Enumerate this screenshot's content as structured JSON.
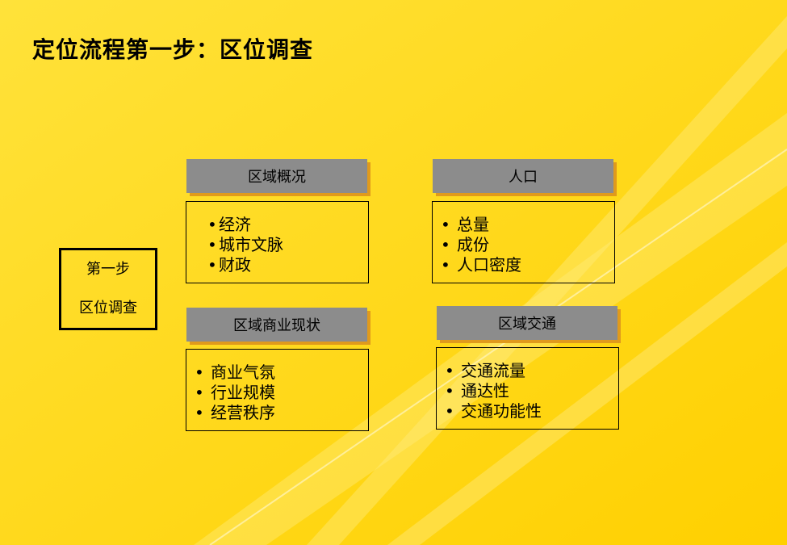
{
  "title": "定位流程第一步：区位调查",
  "step": {
    "line1": "第一步",
    "line2": "区位调查"
  },
  "boxes": [
    {
      "header": "区域概况",
      "items": [
        "经济",
        "城市文脉",
        "财政"
      ]
    },
    {
      "header": "人口",
      "items": [
        "总量",
        "成份",
        "人口密度"
      ]
    },
    {
      "header": "区域商业现状",
      "items": [
        "商业气氛",
        "行业规模",
        "经营秩序"
      ]
    },
    {
      "header": "区域交通",
      "items": [
        "交通流量",
        "通达性",
        "交通功能性"
      ]
    }
  ],
  "colors": {
    "background": "#ffd400",
    "header_fill": "#8c8c8c",
    "header_shadow": "#e09a1c"
  }
}
